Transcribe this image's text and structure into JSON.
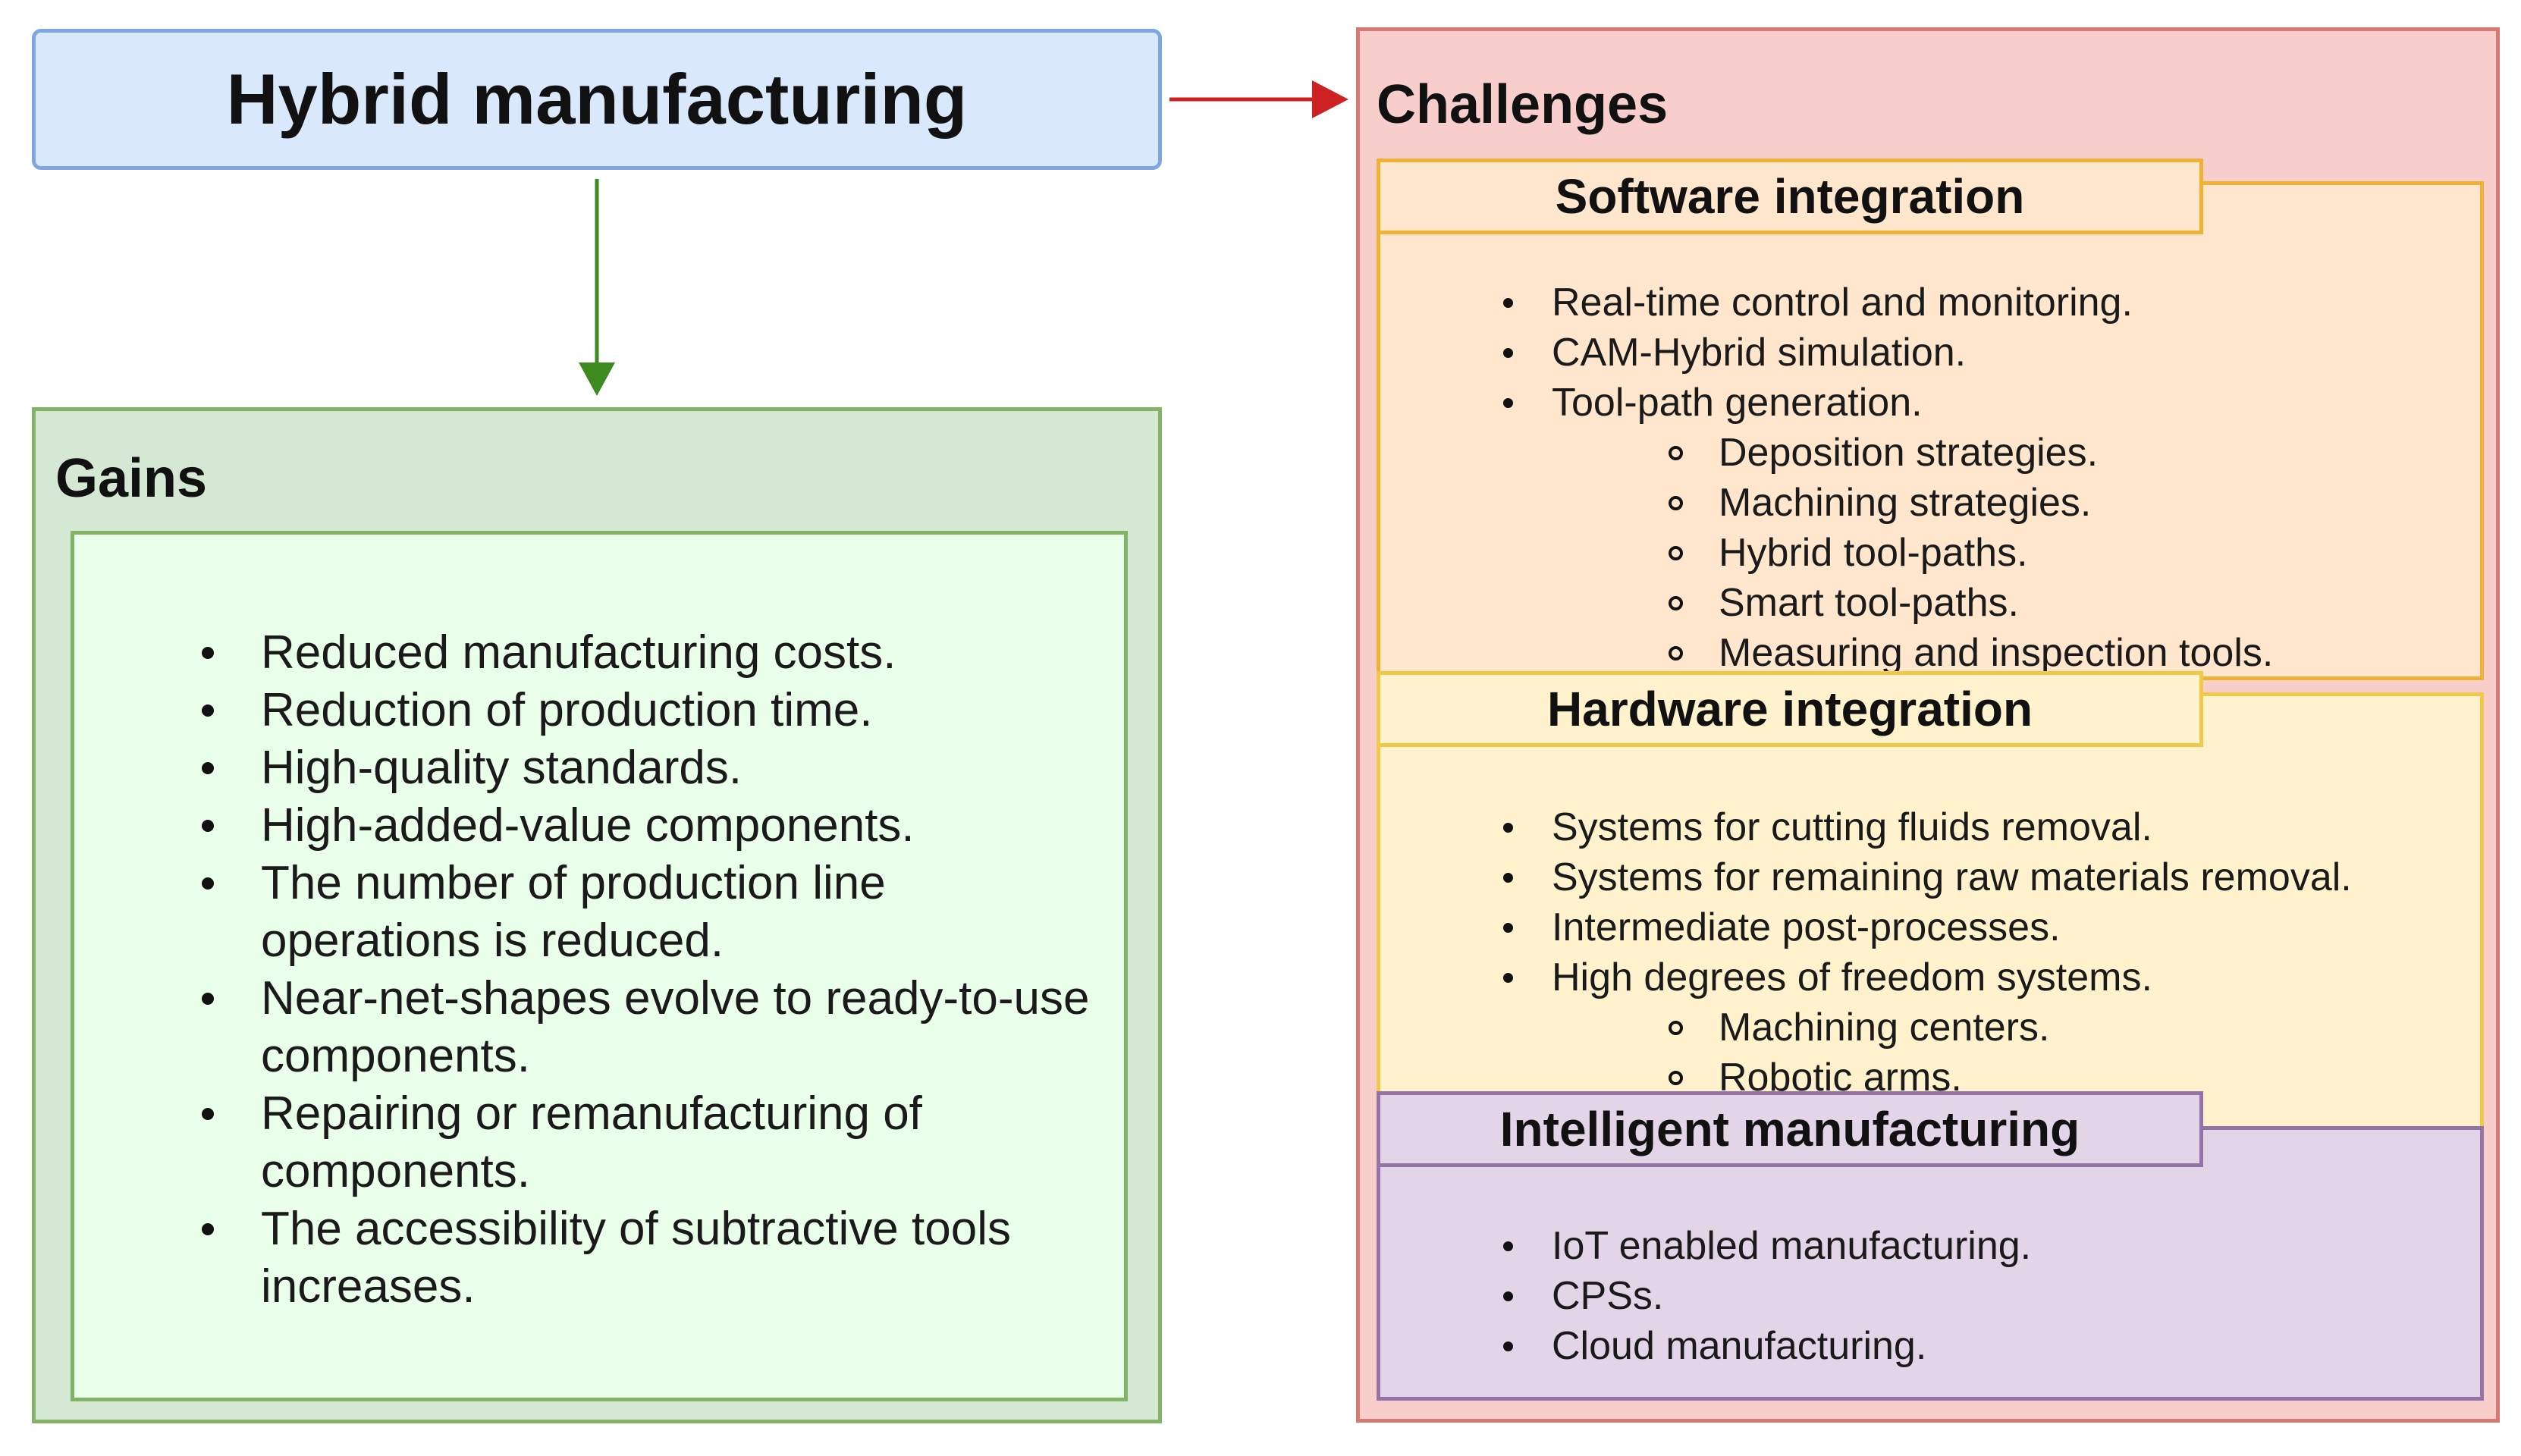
{
  "title": "Hybrid manufacturing",
  "colors": {
    "title_fill": "#dae8fc",
    "title_border": "#7ea6e0",
    "gains_fill": "#d5e8d4",
    "gains_border": "#82b366",
    "gains_inner_fill": "#eaffe9",
    "challenges_fill": "#f8cecc",
    "challenges_border": "#d77a74",
    "software_fill": "#ffe6cc",
    "software_border": "#f0b233",
    "hardware_fill": "#fff2cc",
    "hardware_border": "#f0c84a",
    "intelligent_fill": "#e1d5e7",
    "intelligent_border": "#9673a6",
    "arrow_down": "#3d8a1f",
    "arrow_right": "#cc2222"
  },
  "gains": {
    "title": "Gains",
    "items": [
      "Reduced manufacturing costs.",
      "Reduction of production time.",
      "High-quality standards.",
      "High-added-value components.",
      "The number of production line operations is reduced.",
      "Near-net-shapes evolve to ready-to-use components.",
      "Repairing or remanufacturing of components.",
      "The accessibility of subtractive tools increases."
    ]
  },
  "challenges": {
    "title": "Challenges",
    "software": {
      "title": "Software integration",
      "items": [
        "Real-time control and monitoring.",
        "CAM-Hybrid simulation.",
        "Tool-path generation."
      ],
      "subitems": [
        "Deposition strategies.",
        "Machining strategies.",
        "Hybrid tool-paths.",
        "Smart tool-paths.",
        "Measuring and inspection tools."
      ]
    },
    "hardware": {
      "title": "Hardware integration",
      "items": [
        "Systems for cutting fluids removal.",
        "Systems for remaining raw materials removal.",
        "Intermediate post-processes.",
        "High degrees of freedom systems."
      ],
      "subitems": [
        "Machining centers.",
        "Robotic arms."
      ]
    },
    "intelligent": {
      "title": "Intelligent manufacturing",
      "items": [
        "IoT enabled manufacturing.",
        "CPSs.",
        "Cloud manufacturing."
      ]
    }
  }
}
